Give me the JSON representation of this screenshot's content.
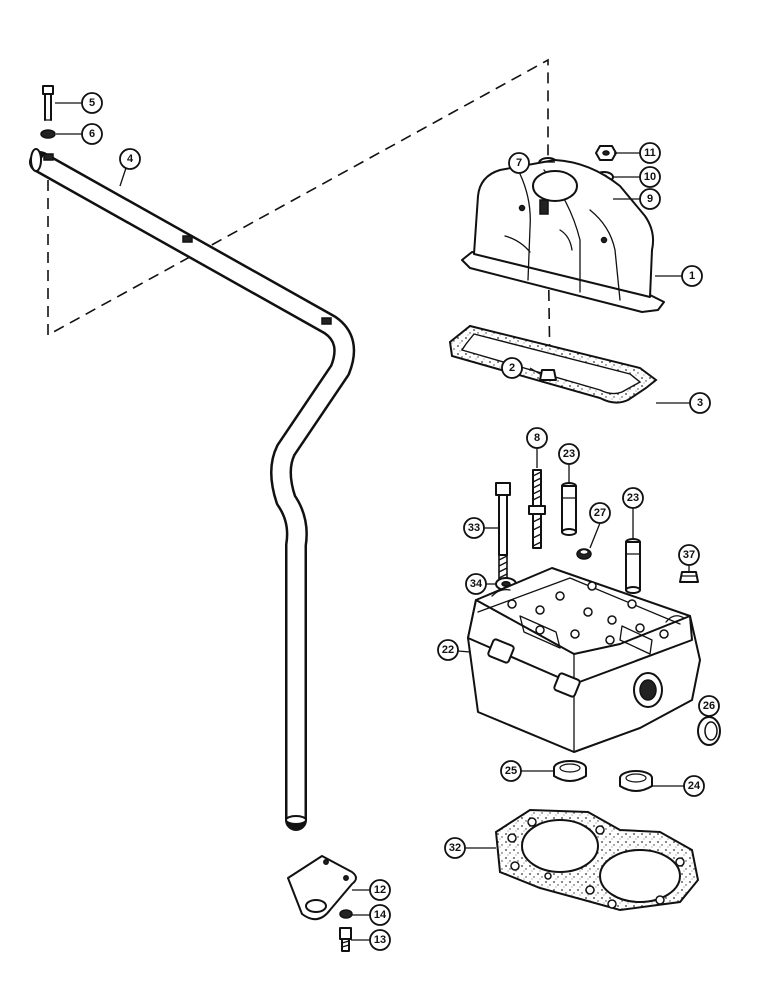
{
  "callouts": [
    "1",
    "2",
    "3",
    "4",
    "5",
    "6",
    "7",
    "8",
    "9",
    "10",
    "11",
    "12",
    "13",
    "14",
    "22",
    "23",
    "23",
    "24",
    "25",
    "26",
    "27",
    "32",
    "33",
    "34",
    "37"
  ]
}
